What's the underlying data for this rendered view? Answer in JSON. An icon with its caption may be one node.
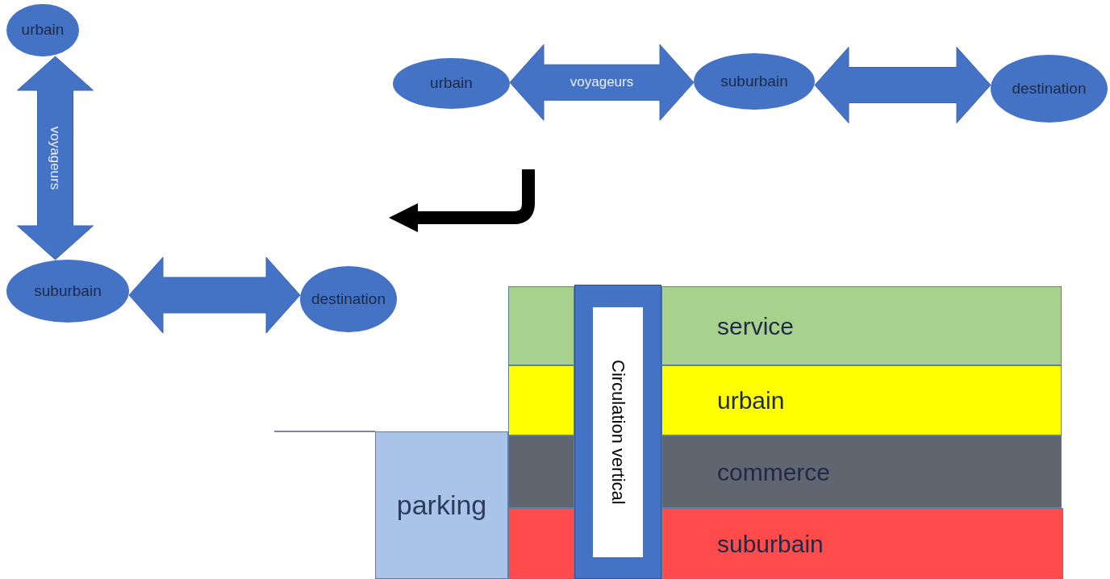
{
  "diagram": {
    "nodes": [
      {
        "text": [
          "urbain"
        ]
      },
      {
        "text": [
          "suburbain"
        ]
      },
      {
        "text": [
          "destination"
        ]
      },
      {
        "text": [
          "urbain"
        ]
      },
      {
        "text": [
          "suburbain"
        ]
      },
      {
        "text": [
          "destination"
        ]
      },
      {
        "text": [
          "service"
        ]
      },
      {
        "text": [
          "urbain"
        ]
      },
      {
        "text": [
          "commerce"
        ]
      },
      {
        "text": [
          "suburbain"
        ]
      },
      {
        "text": [
          "parking"
        ]
      },
      {
        "text": [
          "Circulation vertical"
        ]
      },
      {
        "text": [],
        "shape": "box"
      },
      {
        "text": [],
        "shape": "box"
      },
      {
        "text": [],
        "shape": "box"
      },
      {
        "text": [],
        "shape": "box"
      }
    ],
    "edges": [
      {
        "from": 0,
        "to": 1,
        "arrow": "both",
        "label": "voyageurs"
      },
      {
        "from": 1,
        "to": 2,
        "arrow": "both"
      },
      {
        "from": 3,
        "to": 4,
        "arrow": "both",
        "label": "voyageurs"
      },
      {
        "from": 4,
        "to": 5,
        "arrow": "both"
      }
    ]
  }
}
